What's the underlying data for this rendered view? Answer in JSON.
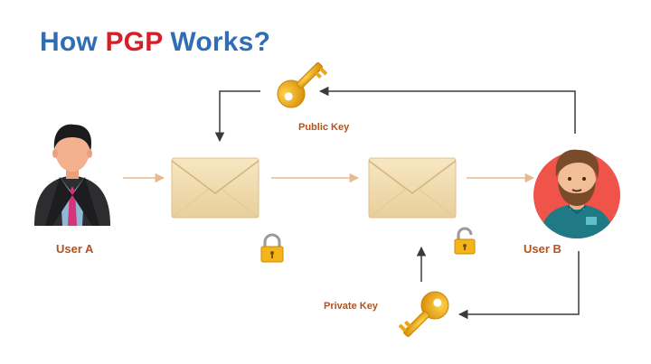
{
  "title": {
    "part1": "How ",
    "highlight": "PGP",
    "part2": " Works?"
  },
  "labels": {
    "user_a": "User A",
    "user_b": "User B",
    "public_key": "Public Key",
    "private_key": "Private Key"
  },
  "colors": {
    "title_blue": "#2f6db5",
    "title_red": "#d42027",
    "label_orange": "#b4521e",
    "arrow_gray": "#3a3a3a",
    "flow_arrow": "#e8b98f",
    "envelope": "#f1dcae",
    "key_gold": "#e9a715",
    "avatar_bg": "#ef5349"
  },
  "icons": [
    "businessman-icon",
    "bearded-man-icon",
    "envelope-icon",
    "key-icon",
    "lock-icon",
    "unlock-icon"
  ]
}
